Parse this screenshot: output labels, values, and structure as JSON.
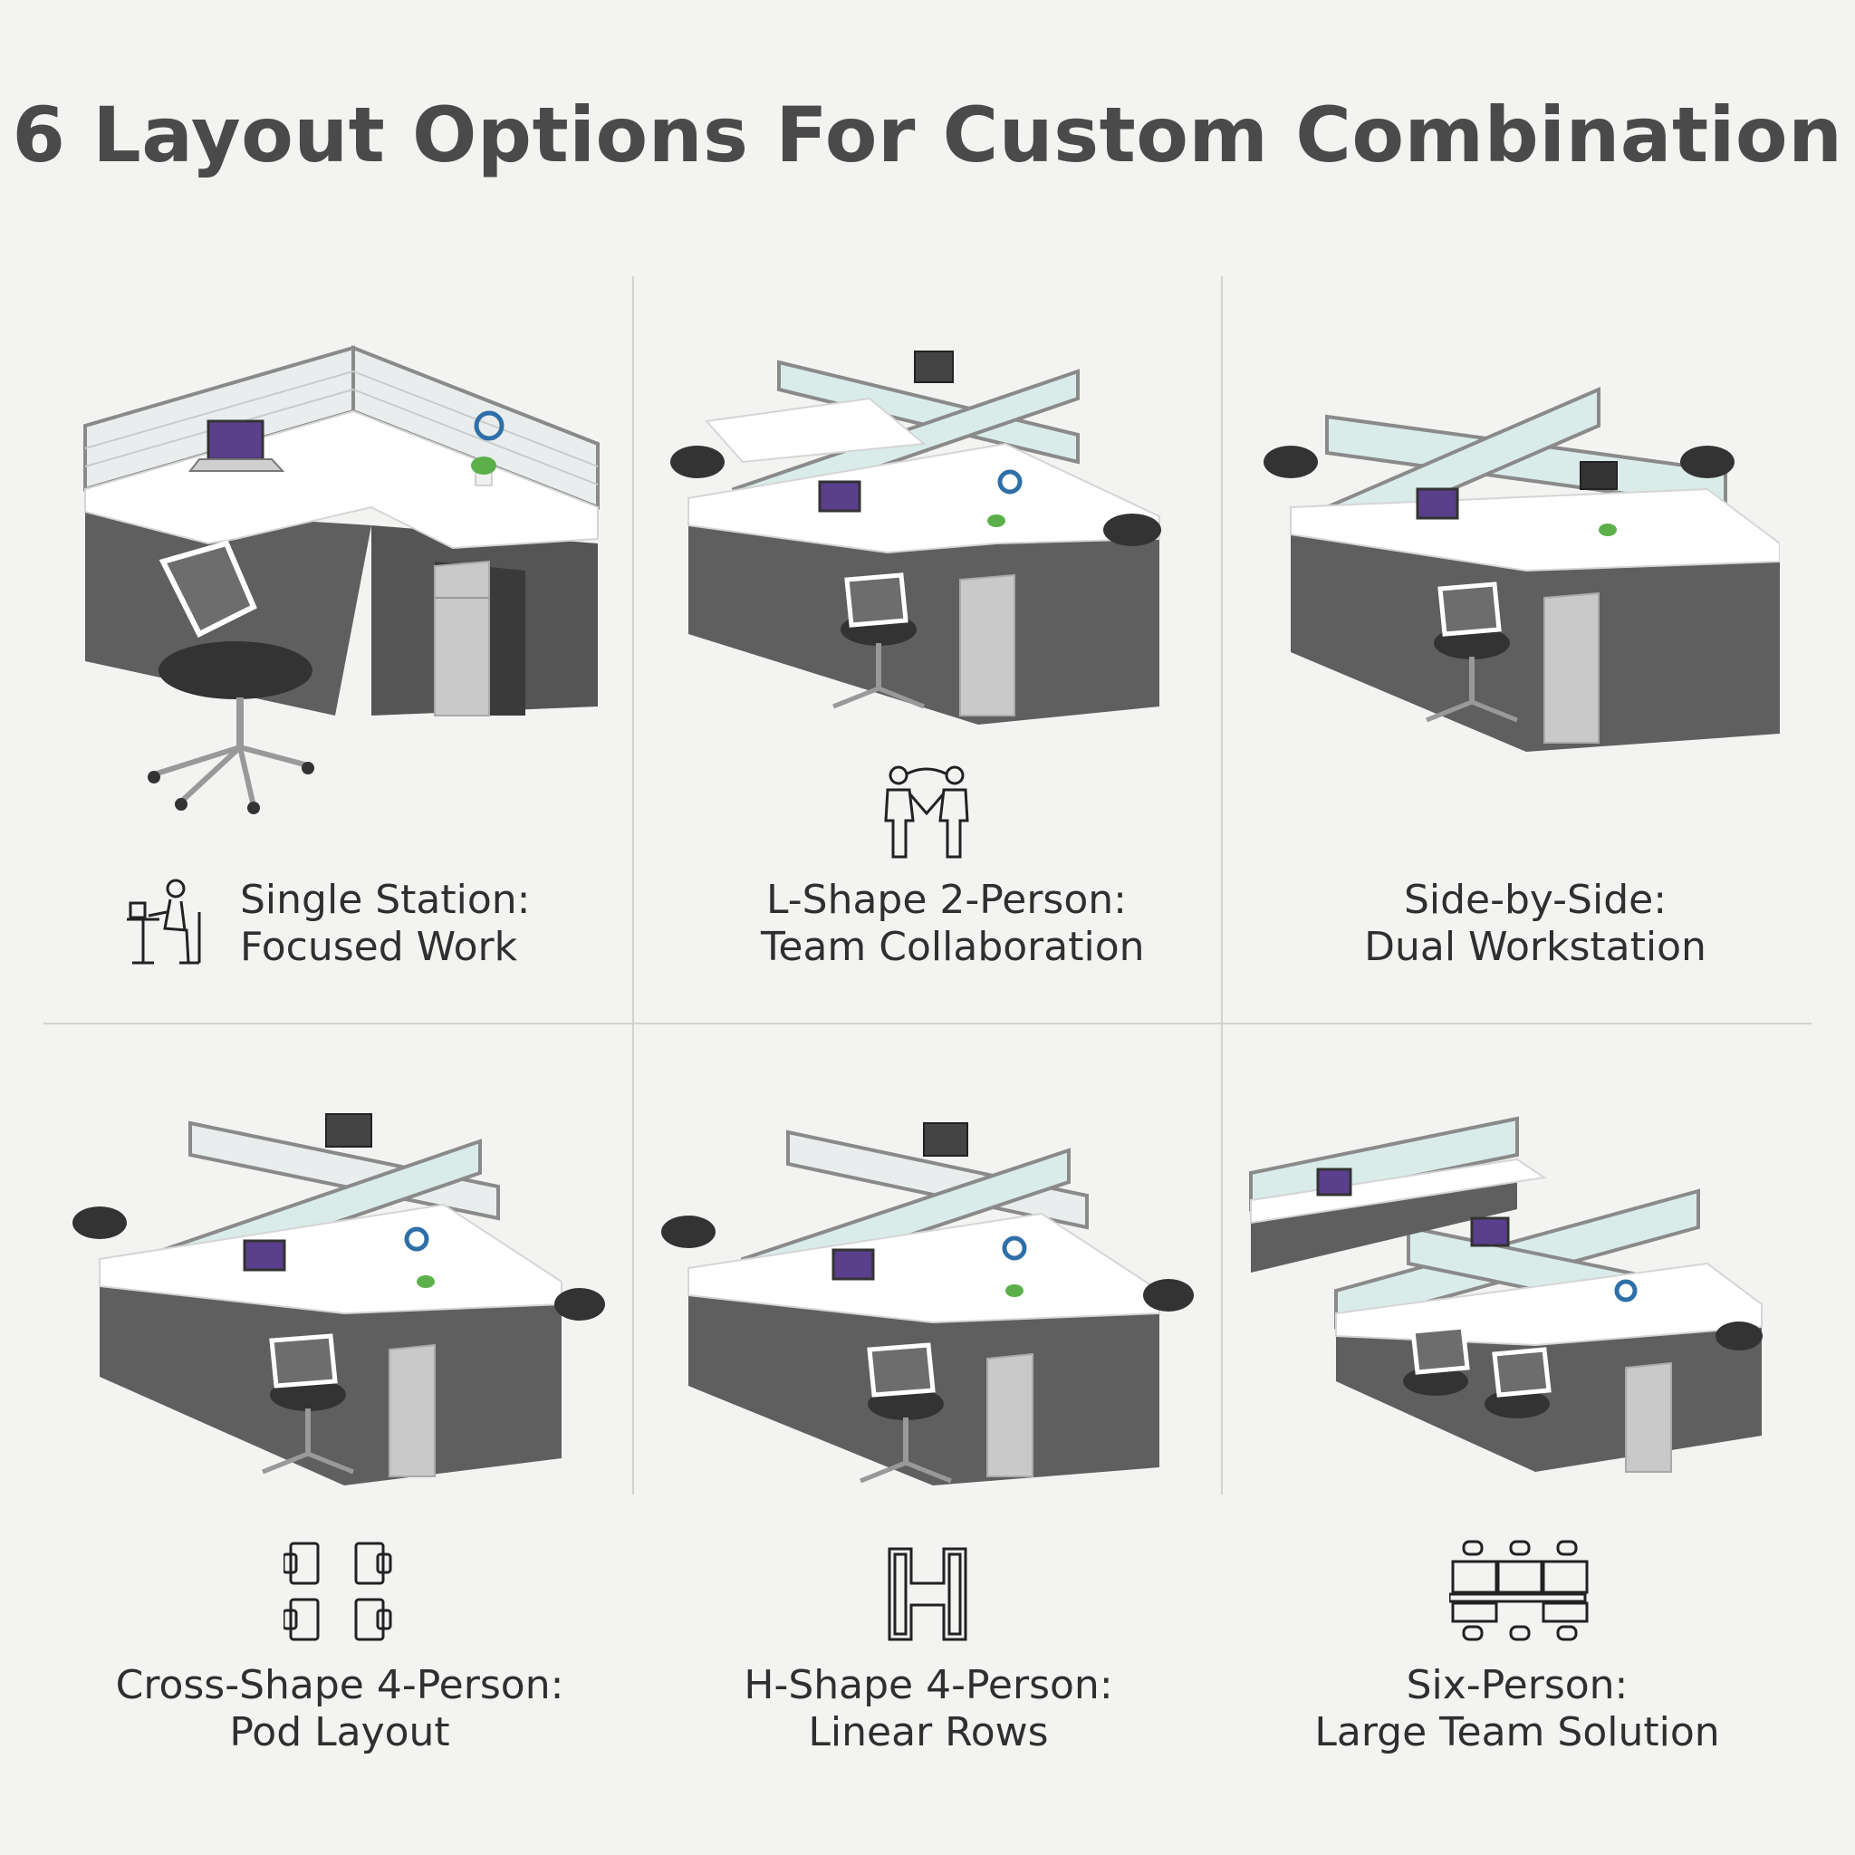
{
  "title": "6 Layout Options For Custom Combination",
  "options": [
    {
      "line1": "Single Station:",
      "line2": "Focused Work",
      "icon": "person-at-desk-icon"
    },
    {
      "line1": "L-Shape 2-Person:",
      "line2": "Team Collaboration",
      "icon": "handshake-icon"
    },
    {
      "line1": "Side-by-Side:",
      "line2": "Dual Workstation",
      "icon": ""
    },
    {
      "line1": "Cross-Shape 4-Person:",
      "line2": "Pod Layout",
      "icon": "four-desks-icon"
    },
    {
      "line1": "H-Shape 4-Person:",
      "line2": "Linear Rows",
      "icon": "h-letter-icon"
    },
    {
      "line1": "Six-Person:",
      "line2": "Large Team Solution",
      "icon": "six-seat-table-icon"
    }
  ],
  "colors": {
    "background": "#f3f3f1",
    "desk_top": "#ffffff",
    "desk_body": "#5f5f5f",
    "pedestal": "#c9c9c9",
    "partition_frame": "#8a8a8a",
    "glass": "#d9ecea",
    "chair": "#333333"
  }
}
